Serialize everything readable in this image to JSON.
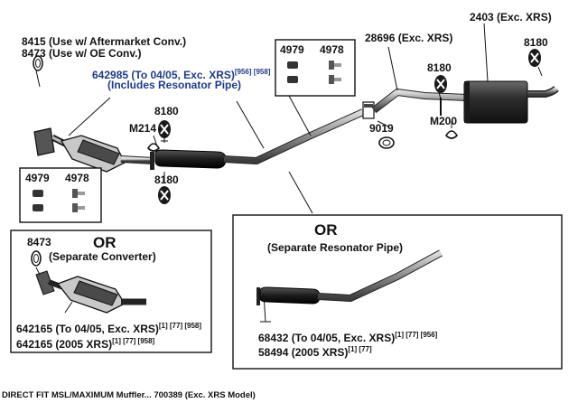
{
  "colors": {
    "ink": "#111111",
    "label_blue": "#1e3a8c",
    "pipe": "#6a6a6a",
    "muffler": "#2e2e2e",
    "background": "#ffffff"
  },
  "labels": {
    "p8415": "8415 (Use w/ Aftermarket Conv.)",
    "p8473_oe": "8473 (Use w/ OE Conv.)",
    "p642985": "642985 (To 04/05, Exc. XRS)",
    "p642985_notes": "[956] [958]",
    "includes_resonator": "(Includes Resonator Pipe)",
    "m214": "M214",
    "h8180_top": "8180",
    "h8180_bottom": "8180",
    "kit_upper_a": "4979",
    "kit_upper_b": "4978",
    "kit_left_a": "4979",
    "kit_left_b": "4978",
    "p28696": "28696 (Exc. XRS)",
    "p2403": "2403 (Exc. XRS)",
    "h8180_rear": "8180",
    "h8180_mid": "8180",
    "m200": "M200",
    "p9019": "9019"
  },
  "converter_box": {
    "p8473": "8473",
    "or": "OR",
    "subtitle": "(Separate Converter)",
    "line1": "642165 (To 04/05, Exc. XRS)",
    "line1_notes": "[1] [77] [958]",
    "line2": "642165 (2005 XRS)",
    "line2_notes": "[1] [77] [958]"
  },
  "resonator_box": {
    "or": "OR",
    "subtitle": "(Separate Resonator Pipe)",
    "line1": "68432 (To 04/05, Exc. XRS)",
    "line1_notes": "[1] [77] [956]",
    "line2": "58494 (2005 XRS)",
    "line2_notes": "[1] [77]"
  },
  "caption": "DIRECT FIT MSL/MAXIMUM Muffler... 700389 (Exc. XRS Model)",
  "icons": [
    "gasket-icon",
    "hanger-icon",
    "clamp-icon",
    "bolt-icon",
    "spring-icon",
    "muffler-icon",
    "catalytic-converter-icon"
  ]
}
